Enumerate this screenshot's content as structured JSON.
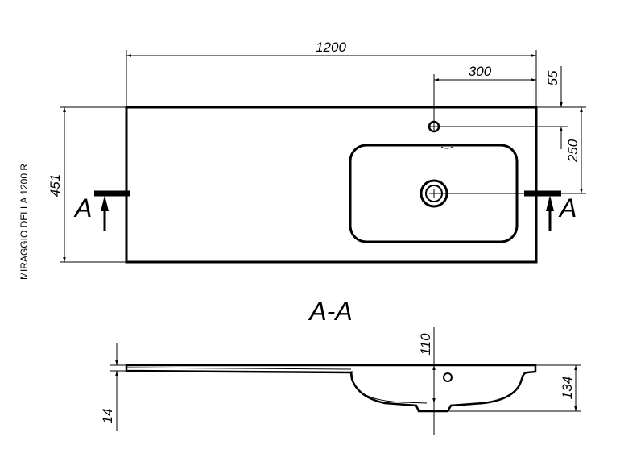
{
  "model_label": "MIRAGGIO DELLA 1200 R",
  "section_title": "A-A",
  "section_marker": "A",
  "dimensions": {
    "width": "1200",
    "tap_offset_x": "300",
    "tap_offset_y": "55",
    "drain_offset_y": "250",
    "depth": "451",
    "bowl_depth": "110",
    "total_height": "134",
    "slab_thickness": "14"
  },
  "colors": {
    "line": "#000000",
    "background": "#ffffff"
  }
}
